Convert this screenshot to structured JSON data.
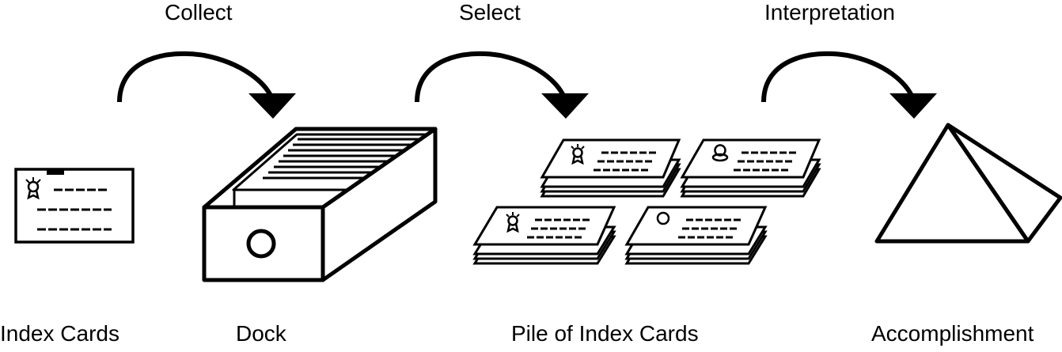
{
  "steps": {
    "collect": "Collect",
    "select": "Select",
    "interpretation": "Interpretation"
  },
  "items": {
    "index_cards": "Index Cards",
    "dock": "Dock",
    "pile": "Pile of Index Cards",
    "accomplishment": "Accomplishment"
  },
  "colors": {
    "stroke": "#000000",
    "background": "#ffffff"
  }
}
